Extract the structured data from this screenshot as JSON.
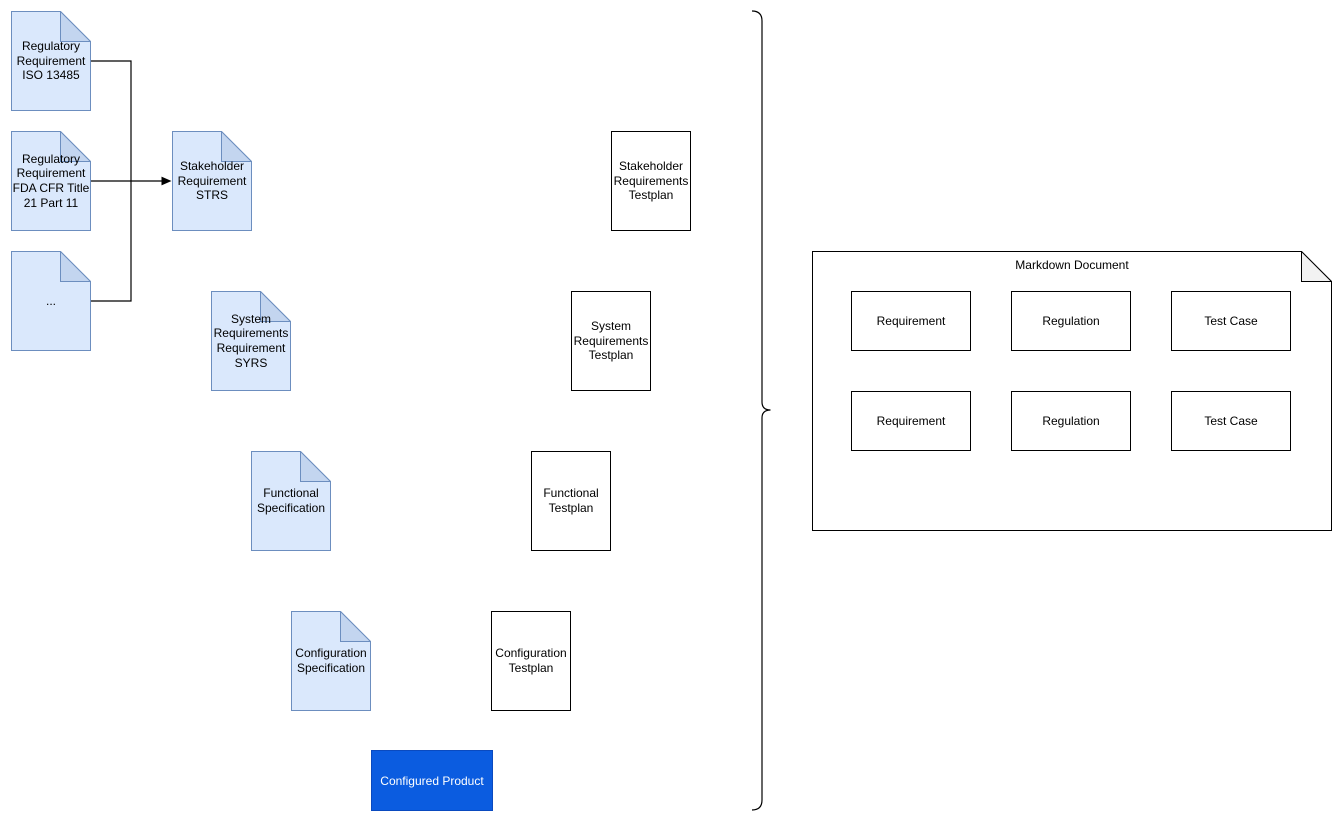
{
  "colors": {
    "note_fill": "#dae8fc",
    "note_stroke": "#6c8ebf",
    "note_fold": "#c3d5ef",
    "box_stroke": "#000000",
    "doc_fold": "#f2f2f2",
    "product_fill": "#0b5ce0",
    "product_stroke": "#0a4abf",
    "product_text": "#ffffff"
  },
  "source_documents": [
    {
      "label": "Regulatory\nRequirement\nISO 13485"
    },
    {
      "label": "Regulatory\nRequirement\nFDA CFR Title\n21 Part 11"
    },
    {
      "label": "..."
    },
    {
      "label": "Stakeholder\nRequirement\nSTRS"
    },
    {
      "label": "System\nRequirements\nRequirement\nSYRS"
    },
    {
      "label": "Functional\nSpecification"
    },
    {
      "label": "Configuration\nSpecification"
    }
  ],
  "testplans": [
    {
      "label": "Stakeholder\nRequirements\nTestplan"
    },
    {
      "label": "System\nRequirements\nTestplan"
    },
    {
      "label": "Functional\nTestplan"
    },
    {
      "label": "Configuration\nTestplan"
    }
  ],
  "product": {
    "label": "Configured Product"
  },
  "markdown_document": {
    "title": "Markdown Document",
    "cells": [
      {
        "label": "Requirement"
      },
      {
        "label": "Regulation"
      },
      {
        "label": "Test Case"
      },
      {
        "label": "Requirement"
      },
      {
        "label": "Regulation"
      },
      {
        "label": "Test Case"
      }
    ]
  }
}
